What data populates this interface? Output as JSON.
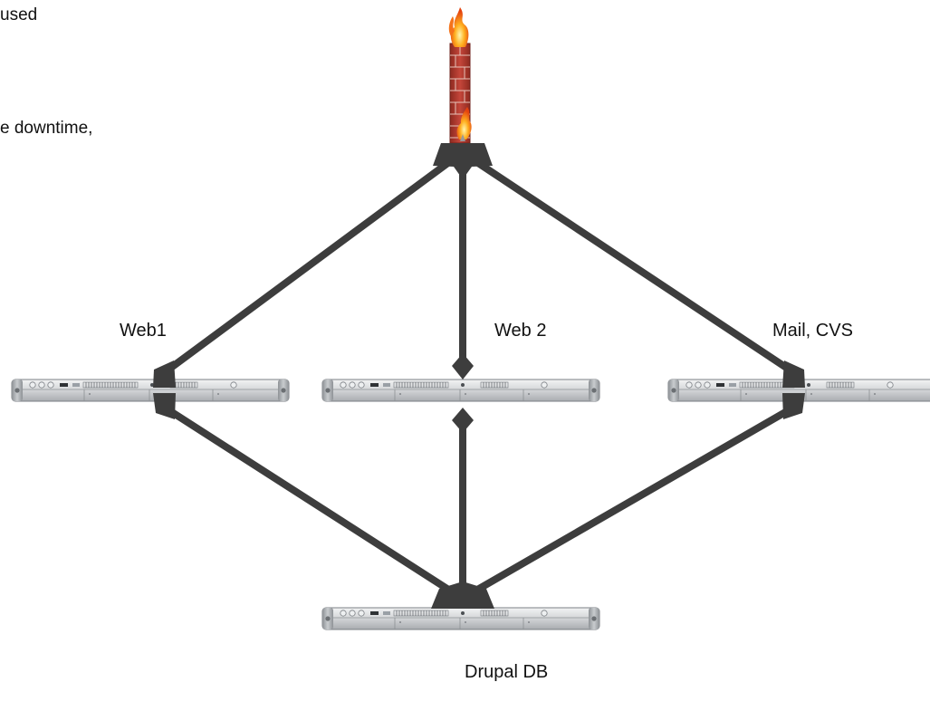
{
  "cropped_text": {
    "line1": "used",
    "line2": "e downtime,"
  },
  "nodes": {
    "firewall": {
      "icon": "firewall-icon"
    },
    "web1": {
      "label": "Web1",
      "icon": "rack-server-icon"
    },
    "web2": {
      "label": "Web 2",
      "icon": "rack-server-icon"
    },
    "mail": {
      "label": "Mail, CVS",
      "icon": "rack-server-icon"
    },
    "db": {
      "label": "Drupal DB",
      "icon": "rack-server-icon"
    }
  },
  "connections": [
    {
      "from": "firewall",
      "to": "web1"
    },
    {
      "from": "firewall",
      "to": "web2"
    },
    {
      "from": "firewall",
      "to": "mail"
    },
    {
      "from": "web1",
      "to": "db"
    },
    {
      "from": "web2",
      "to": "db"
    },
    {
      "from": "mail",
      "to": "db"
    }
  ],
  "colors": {
    "connector": "#3d3d3d",
    "brick": "#b5382c",
    "server_body": "#d9dadc"
  }
}
